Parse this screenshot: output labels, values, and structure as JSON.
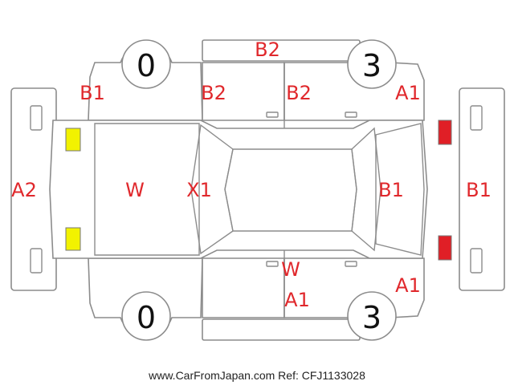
{
  "colors": {
    "label": "#e0282c",
    "outline": "#8c8c8c",
    "yellow_marker": "#f2f200",
    "red_marker": "#e01f26"
  },
  "wheels": {
    "top_left": "0",
    "top_right": "3",
    "bottom_left": "0",
    "bottom_right": "3"
  },
  "labels": {
    "roof_top": "B2",
    "front_left_fender": "B1",
    "front_door_top": "B2",
    "rear_door_top": "B2",
    "rear_right_fender_top": "A1",
    "front_bumper": "A2",
    "hood": "W",
    "windshield": "X1",
    "rear_glass": "B1",
    "rear_bumper": "B1",
    "rear_door_bottom_w": "W",
    "rear_door_bottom_a1": "A1",
    "rear_right_fender_bottom": "A1"
  },
  "footer": {
    "credit": "www.CarFromJapan.com Ref: CFJ1133028"
  }
}
